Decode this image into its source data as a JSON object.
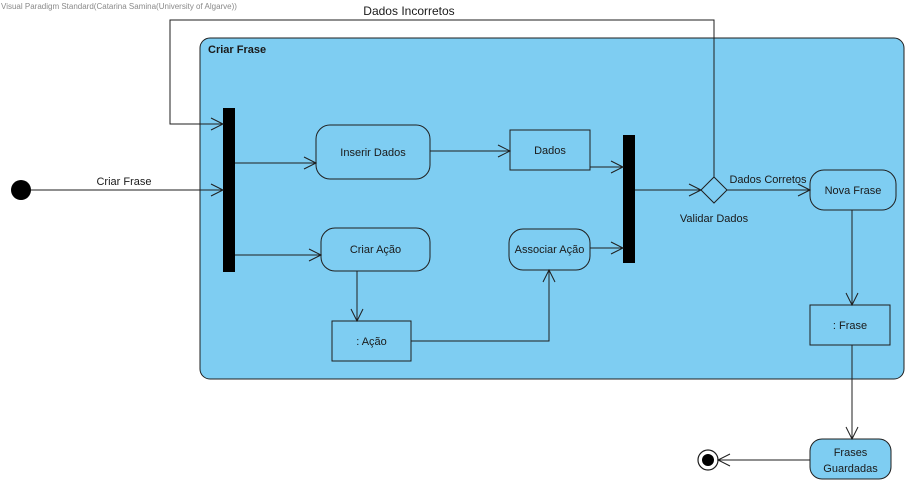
{
  "watermark": "Visual Paradigm Standard(Catarina Samina(University of Algarve))",
  "partition": {
    "title": "Criar Frase"
  },
  "nodes": {
    "inserir_dados": "Inserir Dados",
    "dados": "Dados",
    "criar_acao": "Criar Ação",
    "acao": ": Ação",
    "associar_acao": "Associar Ação",
    "nova_frase": "Nova Frase",
    "frase": ": Frase",
    "frases_guardadas_line1": "Frases",
    "frases_guardadas_line2": "Guardadas"
  },
  "edges": {
    "criar_frase": "Criar Frase",
    "dados_incorretos": "Dados Incorretos",
    "dados_corretos": "Dados Corretos",
    "validar_dados": "Validar Dados"
  },
  "colors": {
    "fill": "#7ecdf2",
    "stroke": "#1f1f1f",
    "bar": "#000000"
  }
}
